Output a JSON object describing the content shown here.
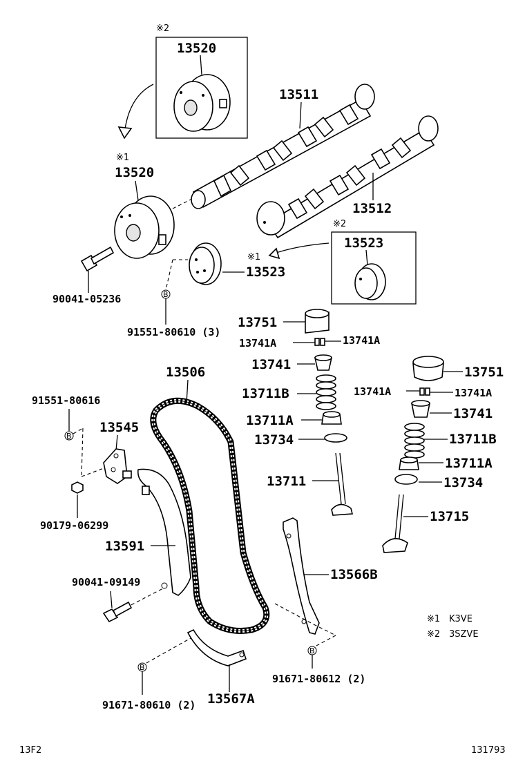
{
  "insets": {
    "top": {
      "note": "※2",
      "part": "13520"
    },
    "right": {
      "note": "※2",
      "part": "13523"
    }
  },
  "notes": {
    "vvt_k3ve": "※1",
    "sprocket_k3ve": "※1"
  },
  "parts": {
    "camshaft_intake": "13511",
    "camshaft_exhaust": "13512",
    "vvt_gear": "13520",
    "sprocket": "13523",
    "bolt_1": "90041-05236",
    "bolt_1_ref": "91551-80610 (3)",
    "lifter_1": "13751",
    "keeper_1a": "13741A",
    "keeper_1b": "13741A",
    "retainer_1": "13741",
    "spring_1": "13711B",
    "seal_1": "13711A",
    "seat_1": "13734",
    "valve_intake": "13711",
    "chain": "13506",
    "tensioner_bolt_ref": "91551-80616",
    "tensioner": "13545",
    "nut": "90179-06299",
    "chain_slipper": "13591",
    "bolt_2": "90041-09149",
    "bolt_2_ref": "91671-80610 (2)",
    "chain_damper": "13567A",
    "chain_guide": "13566B",
    "chain_guide_ref": "91671-80612 (2)",
    "lifter_2": "13751",
    "keeper_2a": "13741A",
    "keeper_2b": "13741A",
    "retainer_2": "13741",
    "spring_2": "13711B",
    "seal_2": "13711A",
    "seat_2": "13734",
    "valve_exhaust": "13715"
  },
  "bolt_marker": "B",
  "legend": [
    {
      "mark": "※1",
      "engine": "K3VE"
    },
    {
      "mark": "※2",
      "engine": "3SZVE"
    }
  ],
  "footer": {
    "left": "13F2",
    "right": "131793"
  }
}
